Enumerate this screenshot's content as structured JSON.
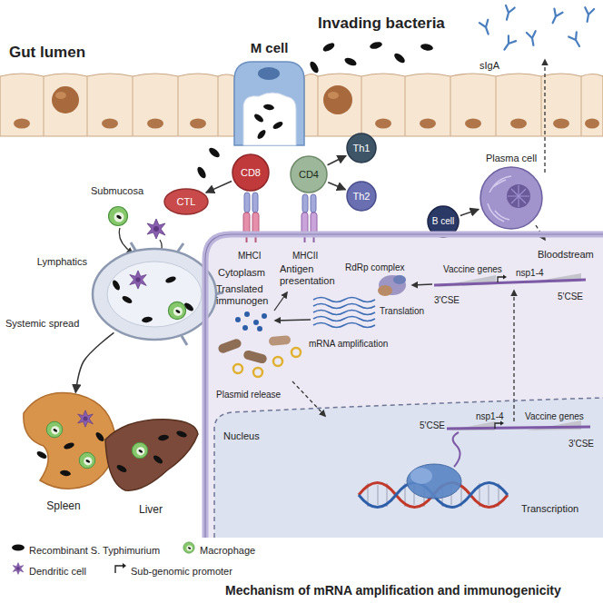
{
  "diagram": {
    "caption": "Mechanism of mRNA amplification and immunogenicity",
    "nodes": [
      {
        "text": [
          "M cell"
        ]
      },
      {
        "text": [
          "Lymphatics"
        ]
      },
      {
        "text": [
          "Spleen"
        ]
      },
      {
        "text": [
          "Liver"
        ]
      },
      {
        "text": [
          "CD8"
        ]
      },
      {
        "text": [
          "CTL"
        ]
      },
      {
        "text": [
          "CD4"
        ]
      },
      {
        "text": [
          "Th1"
        ]
      },
      {
        "text": [
          "Th2"
        ]
      },
      {
        "text": [
          "B cell"
        ]
      },
      {
        "text": [
          "Plasma cell"
        ]
      },
      {
        "text": [
          "Cytoplasm"
        ]
      },
      {
        "text": [
          "Nucleus"
        ],
        "in": 11
      }
    ],
    "edges": [
      {
        "from": 4,
        "to": 5,
        "arrow": "to"
      },
      {
        "from": 6,
        "to": 7,
        "arrow": "to"
      },
      {
        "from": 6,
        "to": 8,
        "arrow": "to"
      },
      {
        "from": 9,
        "to": 10,
        "arrow": "to"
      },
      {
        "from": 1,
        "to": 2,
        "arrow": "to"
      }
    ],
    "labels": [
      "Gut lumen",
      "Invading bacteria",
      "sIgA",
      "Submucosa",
      "Systemic spread",
      "Bloodstream",
      "MHCI",
      "MHCII",
      "Antigen presentation",
      "Translated immunogen",
      "RdRp complex",
      "Vaccine genes",
      "nsp1-4",
      "3'CSE",
      "Translation",
      "5'CSE",
      "mRNA amplification",
      "Plasmid release",
      "nsp1-4",
      "Vaccine genes",
      "5'CSE",
      "3'CSE",
      "Transcription"
    ],
    "legend": [
      {
        "text": "Recombinant S. Typhimurium"
      },
      {
        "text": "Macrophage"
      },
      {
        "text": "Dendritic cell"
      },
      {
        "text": "Sub-genomic promoter"
      }
    ]
  }
}
